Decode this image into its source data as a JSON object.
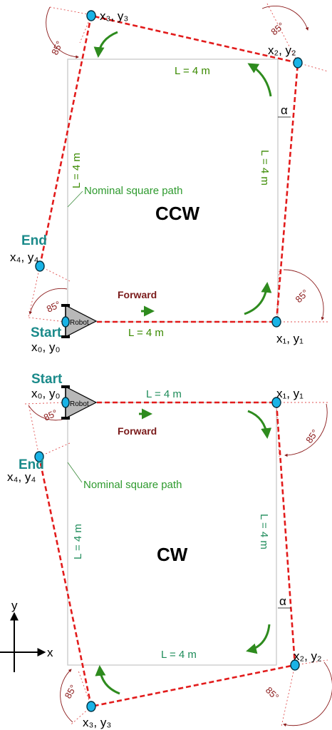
{
  "colors": {
    "actual_path": "#e21b1b",
    "nominal_path": "#c8c8c8",
    "turn_arrow": "#2e8b1e",
    "start_end_label": "#1a8a8a",
    "angle_label": "#8b1a1a",
    "point_marker": "#19b3e6"
  },
  "ccw": {
    "title": "CCW",
    "start_label": "Start",
    "end_label": "End",
    "forward_label": "Forward",
    "robot_label": "Robot",
    "nominal_label": "Nominal square path",
    "alpha": "α",
    "side_labels": {
      "top": "L = 4 m",
      "right": "L = 4 m",
      "left": "L = 4 m",
      "bottom": "L = 4 m"
    },
    "angles": {
      "a1": "85°",
      "a2": "85°",
      "a3": "85°",
      "a4": "85°"
    },
    "points": {
      "p0": "x₀, y₀",
      "p1": "x₁, y₁",
      "p2": "x₂, y₂",
      "p3": "x₃, y₃",
      "p4": "x₄, y₄"
    }
  },
  "cw": {
    "title": "CW",
    "start_label": "Start",
    "end_label": "End",
    "forward_label": "Forward",
    "robot_label": "Robot",
    "nominal_label": "Nominal square path",
    "alpha": "α",
    "side_labels": {
      "top": "L = 4 m",
      "right": "L = 4 m",
      "left": "L = 4 m",
      "bottom": "L = 4 m"
    },
    "angles": {
      "a1": "85°",
      "a2": "85°",
      "a3": "85°",
      "a4": "85°"
    },
    "points": {
      "p0": "x₀, y₀",
      "p1": "x₁, y₁",
      "p2": "x₂, y₂",
      "p3": "x₃, y₃",
      "p4": "x₄, y₄"
    }
  },
  "axes": {
    "x": "x",
    "y": "y"
  }
}
